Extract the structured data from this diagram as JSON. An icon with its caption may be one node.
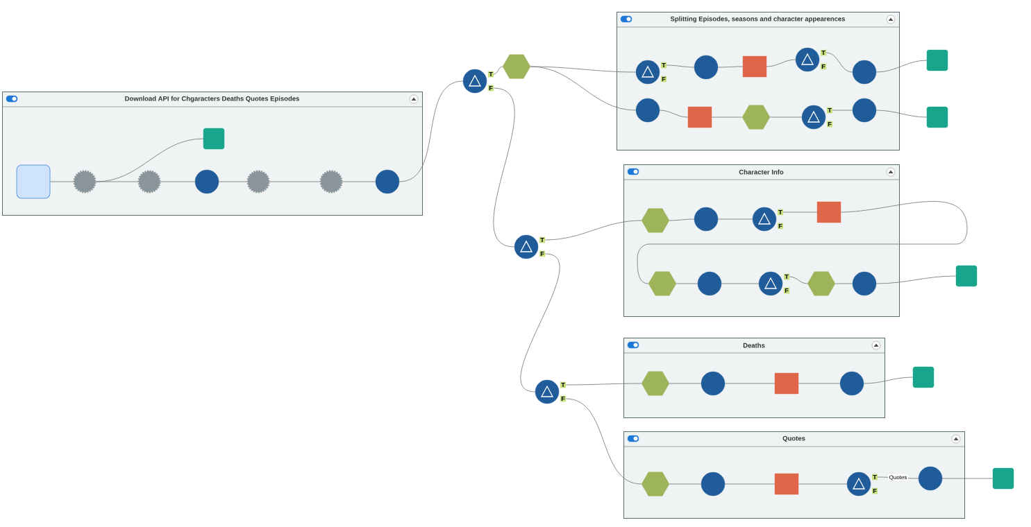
{
  "diagram": {
    "nodes": [
      {
        "text": [
          "Download API for Chgaracters Deaths Quotes Episodes"
        ]
      },
      {
        "text": [],
        "shape": "book",
        "in": 0
      },
      {
        "text": [],
        "shape": "gear",
        "in": 0
      },
      {
        "text": [],
        "shape": "folder",
        "in": 0
      },
      {
        "text": [],
        "shape": "gear",
        "in": 0
      },
      {
        "text": [],
        "shape": "circle",
        "in": 0
      },
      {
        "text": [],
        "shape": "gear",
        "in": 0
      },
      {
        "text": [],
        "shape": "gear",
        "in": 0
      },
      {
        "text": [],
        "shape": "circle",
        "in": 0
      },
      {
        "text": [],
        "shape": "circle",
        "beside": [
          "T",
          "F"
        ]
      },
      {
        "text": [],
        "shape": "hexagon"
      },
      {
        "text": [
          "Splitting Episodes, seasons and character appearences"
        ]
      },
      {
        "text": [],
        "shape": "circle",
        "in": 11,
        "beside": [
          "T",
          "F"
        ]
      },
      {
        "text": [],
        "shape": "circle",
        "in": 11
      },
      {
        "text": [],
        "shape": "box",
        "in": 11
      },
      {
        "text": [],
        "shape": "circle",
        "in": 11,
        "beside": [
          "T",
          "F"
        ]
      },
      {
        "text": [],
        "shape": "circle",
        "in": 11
      },
      {
        "text": [],
        "shape": "circle",
        "in": 11
      },
      {
        "text": [],
        "shape": "box",
        "in": 11
      },
      {
        "text": [],
        "shape": "hexagon",
        "in": 11
      },
      {
        "text": [],
        "shape": "circle",
        "in": 11,
        "beside": [
          "T",
          "F"
        ]
      },
      {
        "text": [],
        "shape": "circle",
        "in": 11
      },
      {
        "text": [],
        "shape": "folder"
      },
      {
        "text": [],
        "shape": "folder"
      },
      {
        "text": [],
        "shape": "circle",
        "beside": [
          "T",
          "F"
        ]
      },
      {
        "text": [
          "Character Info"
        ]
      },
      {
        "text": [],
        "shape": "hexagon",
        "in": 25
      },
      {
        "text": [],
        "shape": "circle",
        "in": 25
      },
      {
        "text": [],
        "shape": "circle",
        "in": 25,
        "beside": [
          "T",
          "F"
        ]
      },
      {
        "text": [],
        "shape": "box",
        "in": 25
      },
      {
        "text": [],
        "shape": "hexagon",
        "in": 25
      },
      {
        "text": [],
        "shape": "circle",
        "in": 25
      },
      {
        "text": [],
        "shape": "circle",
        "in": 25,
        "beside": [
          "T",
          "F"
        ]
      },
      {
        "text": [],
        "shape": "hexagon",
        "in": 25
      },
      {
        "text": [],
        "shape": "circle",
        "in": 25
      },
      {
        "text": [],
        "shape": "folder"
      },
      {
        "text": [],
        "shape": "circle",
        "beside": [
          "T",
          "F"
        ]
      },
      {
        "text": [
          "Deaths"
        ]
      },
      {
        "text": [],
        "shape": "hexagon",
        "in": 37
      },
      {
        "text": [],
        "shape": "circle",
        "in": 37
      },
      {
        "text": [],
        "shape": "box",
        "in": 37
      },
      {
        "text": [],
        "shape": "circle",
        "in": 37
      },
      {
        "text": [],
        "shape": "folder"
      },
      {
        "text": [
          "Quotes"
        ]
      },
      {
        "text": [],
        "shape": "hexagon",
        "in": 43
      },
      {
        "text": [],
        "shape": "circle",
        "in": 43
      },
      {
        "text": [],
        "shape": "box",
        "in": 43
      },
      {
        "text": [],
        "shape": "circle",
        "in": 43,
        "beside": [
          "T",
          "F"
        ]
      },
      {
        "text": [],
        "shape": "circle",
        "in": 43
      },
      {
        "text": [],
        "shape": "folder"
      }
    ],
    "edges": [
      {
        "from": 1,
        "to": 2,
        "arrow": "none"
      },
      {
        "from": 2,
        "to": 3,
        "arrow": "none"
      },
      {
        "from": 2,
        "to": 4,
        "arrow": "none"
      },
      {
        "from": 4,
        "to": 5,
        "arrow": "none"
      },
      {
        "from": 5,
        "to": 6,
        "arrow": "none"
      },
      {
        "from": 6,
        "to": 7,
        "arrow": "none"
      },
      {
        "from": 7,
        "to": 8,
        "arrow": "none"
      },
      {
        "from": 8,
        "to": 9,
        "arrow": "none"
      },
      {
        "from": 9,
        "to": 10,
        "arrow": "none"
      },
      {
        "from": 9,
        "to": 24,
        "arrow": "none"
      },
      {
        "from": 10,
        "to": 12,
        "arrow": "none"
      },
      {
        "from": 10,
        "to": 17,
        "arrow": "none"
      },
      {
        "from": 12,
        "to": 13,
        "arrow": "none"
      },
      {
        "from": 13,
        "to": 14,
        "arrow": "none"
      },
      {
        "from": 14,
        "to": 15,
        "arrow": "none"
      },
      {
        "from": 15,
        "to": 16,
        "arrow": "none"
      },
      {
        "from": 16,
        "to": 22,
        "arrow": "none"
      },
      {
        "from": 17,
        "to": 18,
        "arrow": "none"
      },
      {
        "from": 18,
        "to": 19,
        "arrow": "none"
      },
      {
        "from": 19,
        "to": 20,
        "arrow": "none"
      },
      {
        "from": 20,
        "to": 21,
        "arrow": "none"
      },
      {
        "from": 21,
        "to": 23,
        "arrow": "none"
      },
      {
        "from": 24,
        "to": 26,
        "arrow": "none"
      },
      {
        "from": 26,
        "to": 27,
        "arrow": "none"
      },
      {
        "from": 27,
        "to": 28,
        "arrow": "none"
      },
      {
        "from": 28,
        "to": 29,
        "arrow": "none"
      },
      {
        "from": 29,
        "to": 30,
        "arrow": "none"
      },
      {
        "from": 30,
        "to": 31,
        "arrow": "none"
      },
      {
        "from": 31,
        "to": 32,
        "arrow": "none"
      },
      {
        "from": 32,
        "to": 33,
        "arrow": "none"
      },
      {
        "from": 33,
        "to": 34,
        "arrow": "none"
      },
      {
        "from": 34,
        "to": 35,
        "arrow": "none"
      },
      {
        "from": 24,
        "to": 36,
        "arrow": "none"
      },
      {
        "from": 36,
        "to": 38,
        "arrow": "none"
      },
      {
        "from": 38,
        "to": 39,
        "arrow": "none"
      },
      {
        "from": 39,
        "to": 40,
        "arrow": "none"
      },
      {
        "from": 40,
        "to": 41,
        "arrow": "none"
      },
      {
        "from": 41,
        "to": 42,
        "arrow": "none"
      },
      {
        "from": 36,
        "to": 44,
        "arrow": "none"
      },
      {
        "from": 44,
        "to": 45,
        "arrow": "none"
      },
      {
        "from": 45,
        "to": 46,
        "arrow": "none"
      },
      {
        "from": 46,
        "to": 47,
        "arrow": "none"
      },
      {
        "from": 47,
        "to": 48,
        "label": "Quotes",
        "arrow": "none"
      },
      {
        "from": 48,
        "to": 49,
        "arrow": "none"
      }
    ]
  }
}
